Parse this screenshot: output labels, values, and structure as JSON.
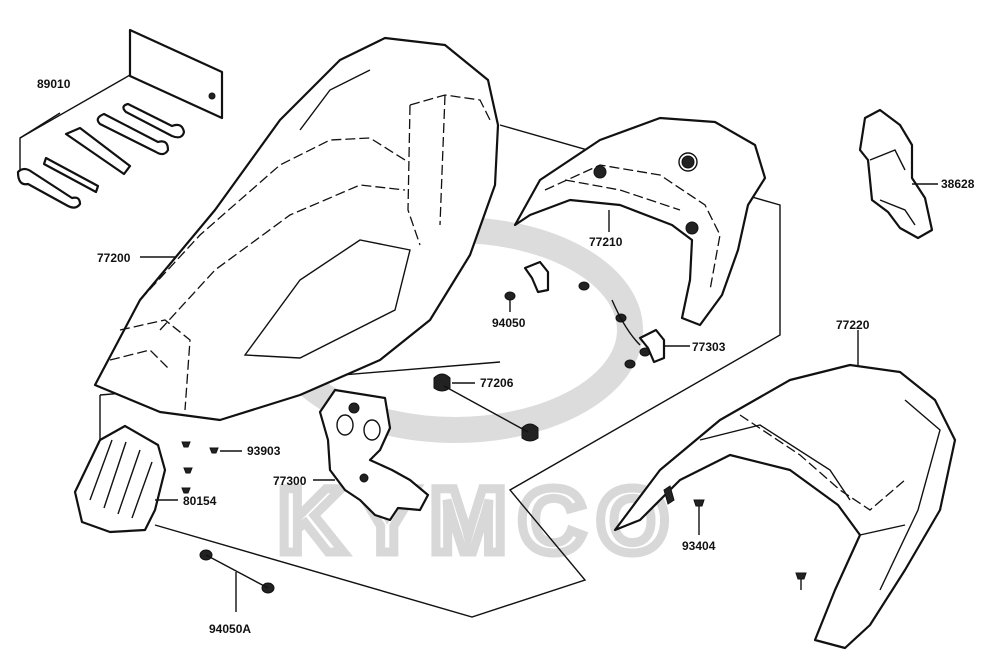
{
  "watermark": {
    "text": "KYMCO"
  },
  "labels": {
    "p89010": "89010",
    "p77200": "77200",
    "p77210": "77210",
    "p38628": "38628",
    "p94050": "94050",
    "p77303": "77303",
    "p77206": "77206",
    "p77220": "77220",
    "p93903": "93903",
    "p77300": "77300",
    "p80154": "80154",
    "p93404": "93404",
    "p94050A": "94050A"
  }
}
